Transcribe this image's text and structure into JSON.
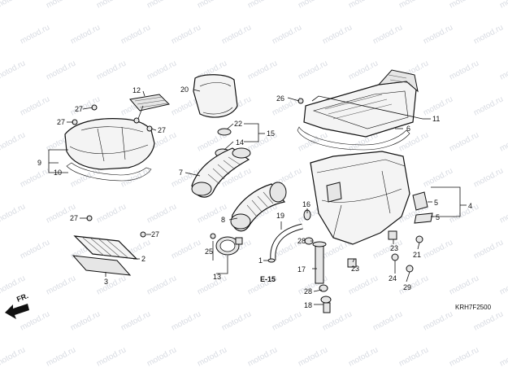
{
  "watermark": "motod.ru",
  "diagram_code": "KRH7F2500",
  "front_indicator": "FR.",
  "reference_label": "E-15",
  "callouts": {
    "n1": "1",
    "n2": "2",
    "n3": "3",
    "n4": "4",
    "n5a": "5",
    "n5b": "5",
    "n6": "6",
    "n7": "7",
    "n8": "8",
    "n9": "9",
    "n10": "10",
    "n11": "11",
    "n12": "12",
    "n13": "13",
    "n14": "14",
    "n15": "15",
    "n16": "16",
    "n17": "17",
    "n18": "18",
    "n19": "19",
    "n20": "20",
    "n21": "21",
    "n22": "22",
    "n23a": "23",
    "n23b": "23",
    "n24": "24",
    "n25": "25",
    "n26": "26",
    "n27a": "27",
    "n27b": "27",
    "n27c": "27",
    "n27d": "27",
    "n27e": "27",
    "n28a": "28",
    "n28b": "28",
    "n29": "29"
  }
}
